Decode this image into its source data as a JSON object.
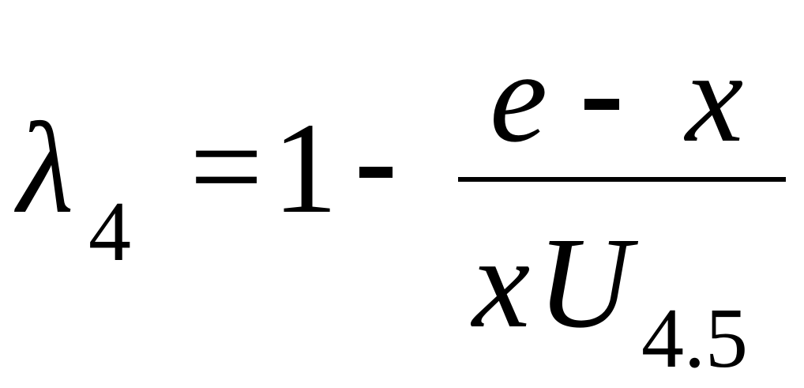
{
  "formula": {
    "lhs_symbol": "λ",
    "lhs_subscript": "4",
    "equals": "=",
    "one": "1",
    "minus": "-",
    "numerator": {
      "e": "e",
      "minus": "-",
      "x": "x"
    },
    "denominator": {
      "x": "x",
      "U": "U",
      "subscript": "4.5"
    }
  }
}
